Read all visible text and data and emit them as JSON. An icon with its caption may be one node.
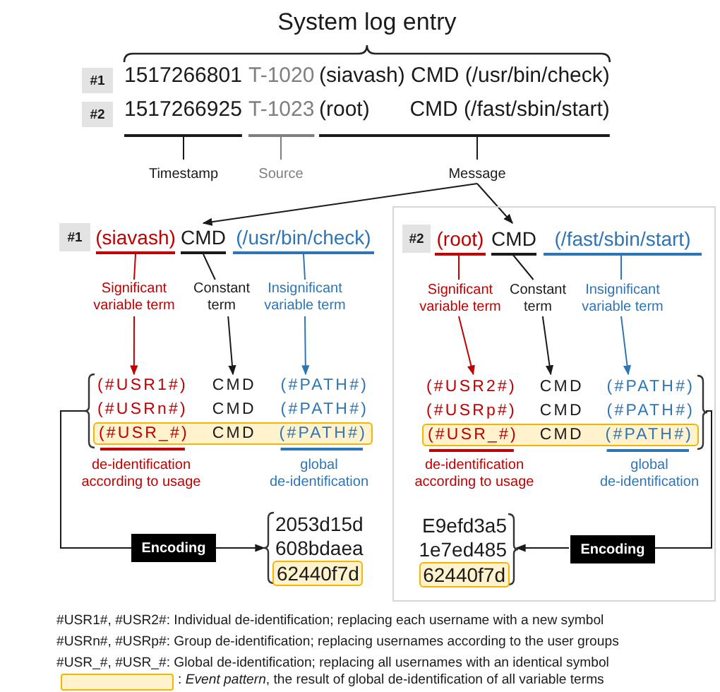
{
  "diagram": {
    "title": "System log entry",
    "nodes": [
      {
        "text": [
          "Timestamp"
        ]
      },
      {
        "text": [
          "Source"
        ]
      },
      {
        "text": [
          "Message"
        ]
      },
      {
        "text": [
          "#1"
        ]
      },
      {
        "text": [
          "(siavash)"
        ]
      },
      {
        "text": [
          "CMD"
        ]
      },
      {
        "text": [
          "(/usr/bin/check)"
        ]
      },
      {
        "text": [
          "Significant variable term"
        ]
      },
      {
        "text": [
          "Constant term"
        ]
      },
      {
        "text": [
          "Insignificant variable term"
        ]
      },
      {
        "text": [],
        "shape": "bracket"
      },
      {
        "text": [
          "(#USR1#)",
          "CMD",
          "(#PATH#)"
        ],
        "in": 10
      },
      {
        "text": [
          "(#USRn#)",
          "CMD",
          "(#PATH#)"
        ],
        "in": 10
      },
      {
        "text": [
          "(#USR_#)",
          "CMD",
          "(#PATH#)"
        ],
        "in": 10
      },
      {
        "text": [
          "Encoding"
        ]
      },
      {
        "text": [
          "2053d15d",
          "608bdaea",
          "62440f7d"
        ]
      },
      {
        "text": [],
        "shape": "box"
      },
      {
        "text": [
          "#2"
        ],
        "in": 16
      },
      {
        "text": [
          "(root)"
        ],
        "in": 16
      },
      {
        "text": [
          "CMD"
        ],
        "in": 16
      },
      {
        "text": [
          "(/fast/sbin/start)"
        ],
        "in": 16
      },
      {
        "text": [
          "Significant variable term"
        ],
        "in": 16
      },
      {
        "text": [
          "Constant term"
        ],
        "in": 16
      },
      {
        "text": [
          "Insignificant variable term"
        ],
        "in": 16
      },
      {
        "text": [],
        "shape": "bracket",
        "in": 16
      },
      {
        "text": [
          "(#USR2#)",
          "CMD",
          "(#PATH#)"
        ],
        "in": 24
      },
      {
        "text": [
          "(#USRp#)",
          "CMD",
          "(#PATH#)"
        ],
        "in": 24
      },
      {
        "text": [
          "(#USR_#)",
          "CMD",
          "(#PATH#)"
        ],
        "in": 24
      },
      {
        "text": [
          "E9efd3a5",
          "1e7ed485",
          "62440f7d"
        ],
        "in": 16
      },
      {
        "text": [
          "Encoding"
        ],
        "in": 16
      },
      {
        "text": [
          "#1"
        ]
      },
      {
        "text": [
          "#2"
        ]
      }
    ],
    "edges": [
      {
        "from": 2,
        "to": 5,
        "arrow": "to"
      },
      {
        "from": 2,
        "to": 19,
        "arrow": "to"
      },
      {
        "from": 4,
        "to": 7,
        "arrow": "none",
        "color": "#c00000"
      },
      {
        "from": 5,
        "to": 8,
        "arrow": "none"
      },
      {
        "from": 6,
        "to": 9,
        "arrow": "none",
        "color": "#2e75b6"
      },
      {
        "from": 7,
        "to": 11,
        "arrow": "to",
        "color": "#c00000"
      },
      {
        "from": 8,
        "to": 11,
        "arrow": "to"
      },
      {
        "from": 9,
        "to": 11,
        "arrow": "to",
        "color": "#2e75b6"
      },
      {
        "from": 10,
        "to": 14,
        "arrow": "none"
      },
      {
        "from": 14,
        "to": 15,
        "arrow": "to"
      },
      {
        "from": 18,
        "to": 21,
        "arrow": "none",
        "color": "#c00000"
      },
      {
        "from": 19,
        "to": 22,
        "arrow": "none"
      },
      {
        "from": 20,
        "to": 23,
        "arrow": "none",
        "color": "#2e75b6"
      },
      {
        "from": 21,
        "to": 25,
        "arrow": "to",
        "color": "#c00000"
      },
      {
        "from": 22,
        "to": 25,
        "arrow": "to"
      },
      {
        "from": 23,
        "to": 25,
        "arrow": "to",
        "color": "#2e75b6"
      },
      {
        "from": 24,
        "to": 29,
        "arrow": "none"
      },
      {
        "from": 29,
        "to": 28,
        "arrow": "to"
      }
    ],
    "labels": [
      "1517266801",
      "T-1020",
      "(siavash) CMD (/usr/bin/check)",
      "1517266925",
      "T-1023",
      "(root)",
      "CMD (/fast/sbin/start)",
      "de-identification according to usage",
      "global de-identification",
      "de-identification according to usage",
      "global de-identification",
      "#USR1#, #USR2#: Individual de-identification; replacing each username with a new symbol",
      "#USRn#, #USRp#: Group de-identification; replacing usernames according to the user groups",
      "#USR_#, #USR_#: Global de-identification; replacing all usernames with an identical symbol"
    ],
    "legend": [
      {
        "text": ": *Event pattern*, the result of global de-identification of all variable terms",
        "color": "#fff2cc"
      }
    ]
  }
}
